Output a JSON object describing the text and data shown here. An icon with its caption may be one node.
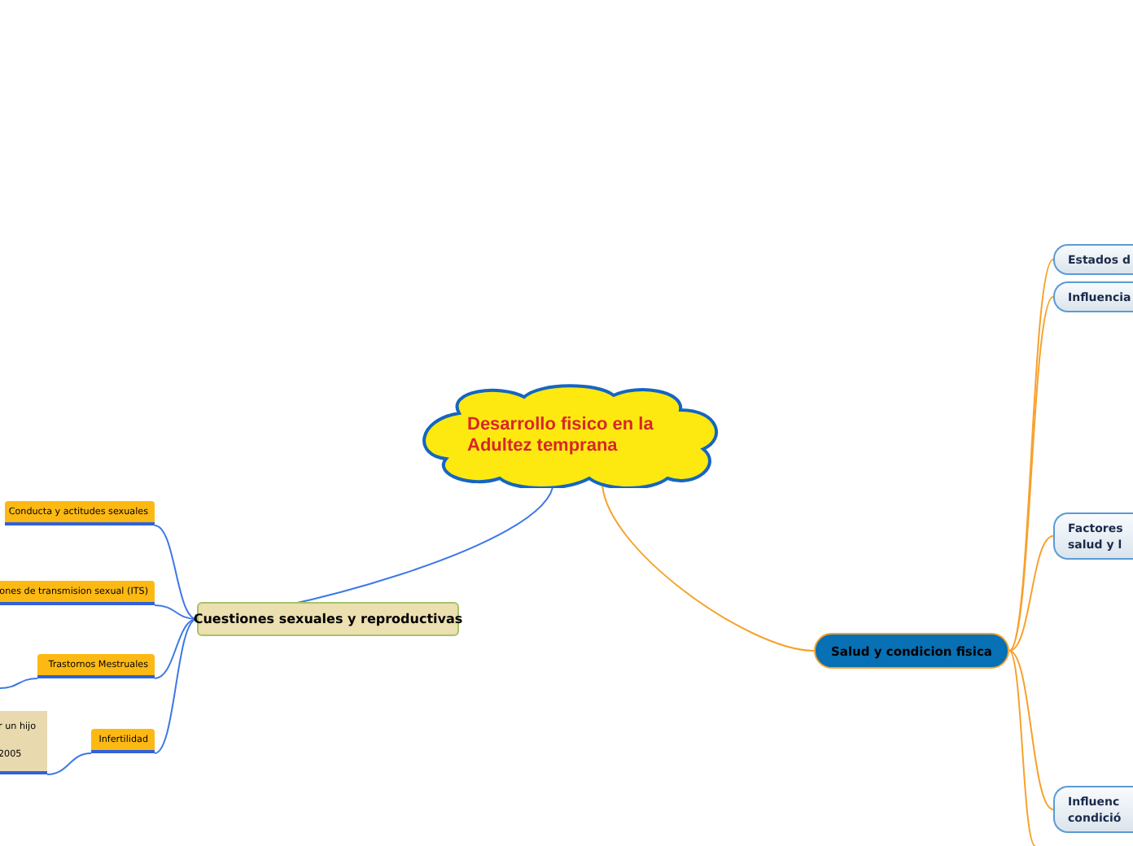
{
  "diagram": {
    "nodes": [
      {
        "text": [
          "Desarrollo fisico en la Adultez temprana"
        ]
      },
      {
        "text": [
          "Cuestiones sexuales y reproductivas"
        ]
      },
      {
        "text": [
          "Conducta y actitudes sexuales"
        ]
      },
      {
        "text": [
          "ones de transmision sexual (ITS)"
        ]
      },
      {
        "text": [
          "Trastornos Mestruales"
        ]
      },
      {
        "text": [
          "Infertilidad"
        ]
      },
      {
        "text": [
          "r un hijo 2005"
        ]
      },
      {
        "text": [
          "Salud y condicion fisica"
        ]
      },
      {
        "text": [
          "Estados d"
        ]
      },
      {
        "text": [
          "Influencia"
        ]
      },
      {
        "text": [
          "Factores salud y l"
        ]
      },
      {
        "text": [
          "Influenc condició"
        ]
      }
    ],
    "edges": [
      {
        "from": 0,
        "to": 1,
        "arrow": "none"
      },
      {
        "from": 0,
        "to": 7,
        "arrow": "none",
        "color": "#f7a12c"
      },
      {
        "from": 1,
        "to": 2,
        "arrow": "none"
      },
      {
        "from": 1,
        "to": 3,
        "arrow": "none"
      },
      {
        "from": 1,
        "to": 4,
        "arrow": "none"
      },
      {
        "from": 1,
        "to": 5,
        "arrow": "none"
      },
      {
        "from": 4,
        "to": null,
        "arrow": "none"
      },
      {
        "from": 5,
        "to": 6,
        "arrow": "none"
      },
      {
        "from": 7,
        "to": 8,
        "arrow": "none",
        "color": "#f7a12c"
      },
      {
        "from": 7,
        "to": 9,
        "arrow": "none",
        "color": "#f7a12c"
      },
      {
        "from": 7,
        "to": 10,
        "arrow": "none",
        "color": "#f7a12c"
      },
      {
        "from": 7,
        "to": 11,
        "arrow": "none",
        "color": "#f7a12c"
      },
      {
        "from": 7,
        "to": null,
        "arrow": "none",
        "color": "#f7a12c"
      }
    ]
  }
}
